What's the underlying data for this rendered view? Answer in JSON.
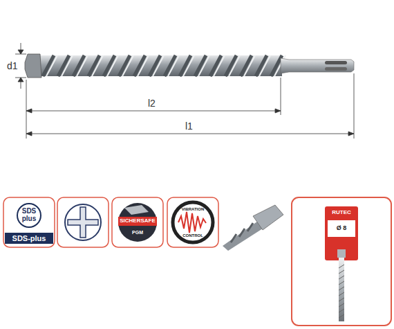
{
  "diagram": {
    "labels": [
      "d1",
      "l2",
      "l1",
      "SDS",
      "plus",
      "SDS-plus",
      "SICHERSAFE",
      "PGM",
      "VIBRATION",
      "CONTROL",
      "RUTEC",
      "Ø 8"
    ]
  }
}
